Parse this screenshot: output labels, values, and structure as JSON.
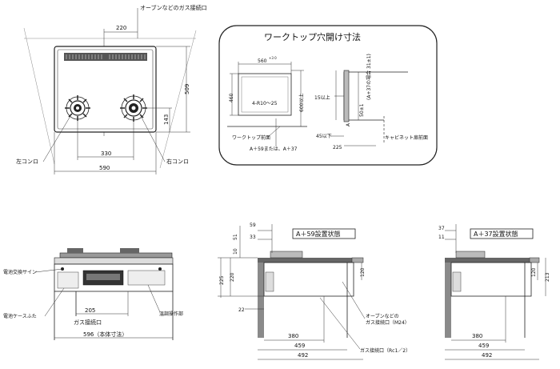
{
  "top_view": {
    "oven_gas_label": "オーブンなどのガス接続口",
    "dim_220": "220",
    "dim_509": "509",
    "dim_143": "143",
    "dim_330": "330",
    "dim_590": "590",
    "left_burner": "左コンロ",
    "right_burner": "右コンロ"
  },
  "cutout": {
    "title": "ワークトップ穴開け寸法",
    "dim_width": "560",
    "dim_width_sup": "+3 0",
    "dim_depth": "460",
    "dim_depth_sup": "+3 0",
    "radius": "4-R10～25",
    "min_600": "600以上",
    "worktop_front": "ワークトップ前面",
    "a_values": "A＋59または、A＋37",
    "dim_15": "15以上",
    "dim_50": "50±1",
    "dim_note": "(A+37の場合 31±1)",
    "dim_45": "45以下",
    "dim_225": "225",
    "dim_a": "A",
    "cabinet_front": "キャビネット扉前面"
  },
  "front_view": {
    "battery_sign": "電池交換サイン",
    "battery_cover": "電池ケースふた",
    "temp_panel": "温調操作部",
    "dim_205": "205",
    "gas_inlet": "ガス接続口",
    "body_width": "596（本体寸法）"
  },
  "side_a59": {
    "title": "A＋59設置状態",
    "dim_59": "59",
    "dim_33": "33",
    "dim_51": "51",
    "dim_10": "10",
    "dim_120": "120",
    "dim_220": "220",
    "dim_225": "225",
    "dim_22": "22",
    "dim_380": "380",
    "dim_459": "459",
    "dim_492": "492",
    "oven_gas": "オーブンなどの",
    "oven_gas2": "ガス接続口（M24）",
    "gas_rc": "ガス接続口（Rc1／2）"
  },
  "side_a37": {
    "title": "A＋37設置状態",
    "dim_37": "37",
    "dim_11": "11",
    "dim_120": "120",
    "dim_213": "213",
    "dim_380": "380",
    "dim_459": "459",
    "dim_492": "492"
  }
}
